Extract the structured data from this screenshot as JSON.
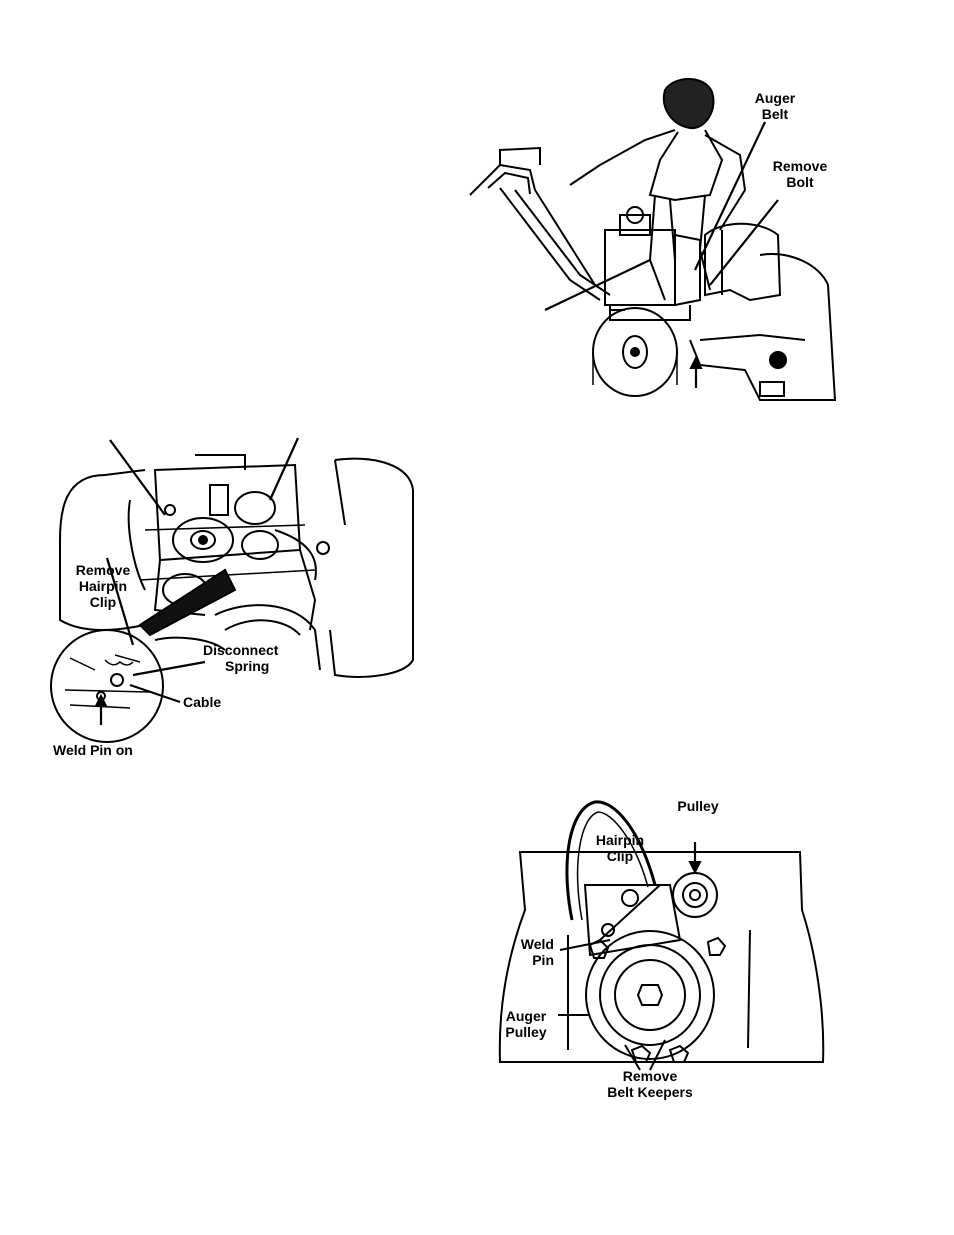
{
  "figures": {
    "fig1": {
      "labels": {
        "auger_belt_line1": "Auger",
        "auger_belt_line2": "Belt",
        "remove_bolt_line1": "Remove",
        "remove_bolt_line2": "Bolt"
      }
    },
    "fig2": {
      "labels": {
        "remove_hairpin_line1": "Remove",
        "remove_hairpin_line2": "Hairpin",
        "remove_hairpin_line3": "Clip",
        "disconnect_spring_line1": "Disconnect",
        "disconnect_spring_line2": "Spring",
        "cable": "Cable",
        "weld_pin_on": "Weld Pin on"
      }
    },
    "fig3": {
      "labels": {
        "pulley": "Pulley",
        "hairpin_clip_line1": "Hairpin",
        "hairpin_clip_line2": "Clip",
        "weld_pin_line1": "Weld",
        "weld_pin_line2": "Pin",
        "auger_pulley_line1": "Auger",
        "auger_pulley_line2": "Pulley",
        "remove_belt_keepers_line1": "Remove",
        "remove_belt_keepers_line2": "Belt Keepers"
      }
    }
  }
}
